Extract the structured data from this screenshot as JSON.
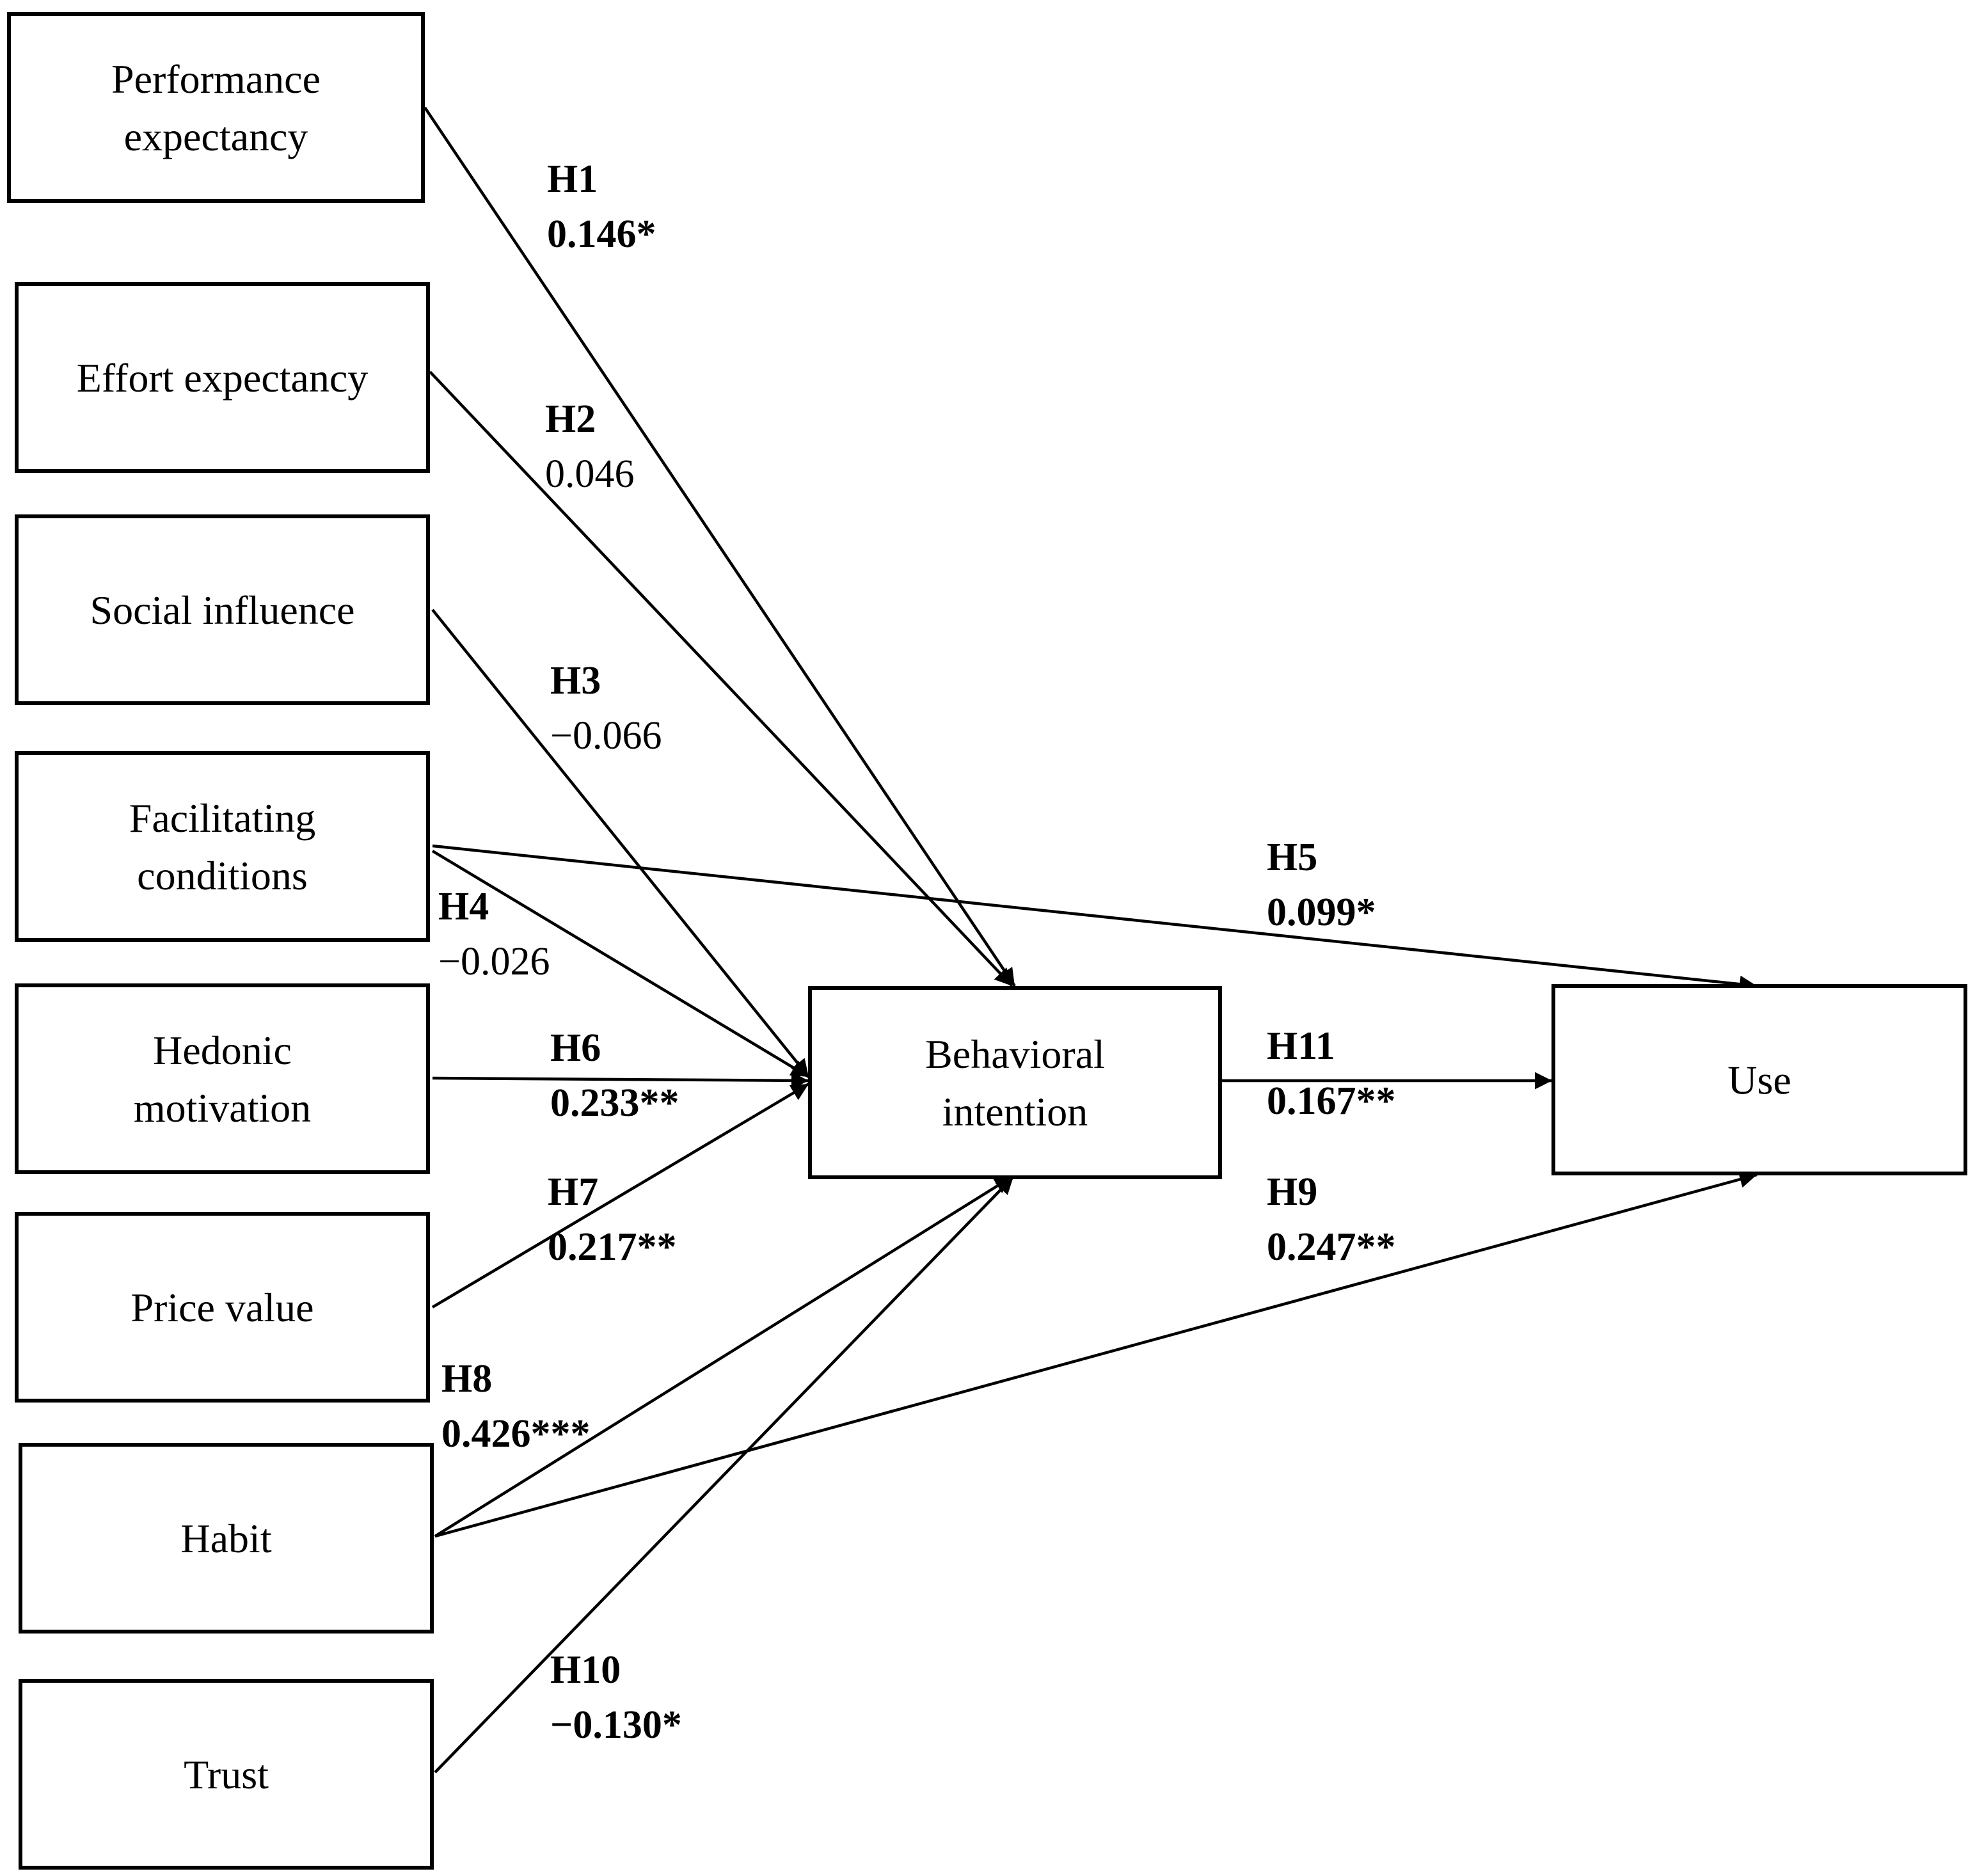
{
  "nodes": {
    "performance_expectancy": [
      "Performance",
      "expectancy"
    ],
    "effort_expectancy": [
      "Effort expectancy"
    ],
    "social_influence": [
      "Social influence"
    ],
    "facilitating_conditions": [
      "Facilitating",
      "conditions"
    ],
    "hedonic_motivation": [
      "Hedonic",
      "motivation"
    ],
    "price_value": [
      "Price value"
    ],
    "habit": [
      "Habit"
    ],
    "trust": [
      "Trust"
    ],
    "behavioral_intention": [
      "Behavioral",
      "intention"
    ],
    "use": [
      "Use"
    ]
  },
  "paths": [
    {
      "id": "H1",
      "from": "performance_expectancy",
      "to": "behavioral_intention",
      "coefficient": "0.146*",
      "significant": true
    },
    {
      "id": "H2",
      "from": "effort_expectancy",
      "to": "behavioral_intention",
      "coefficient": "0.046",
      "significant": false
    },
    {
      "id": "H3",
      "from": "social_influence",
      "to": "behavioral_intention",
      "coefficient": "−0.066",
      "significant": false
    },
    {
      "id": "H4",
      "from": "facilitating_conditions",
      "to": "behavioral_intention",
      "coefficient": "−0.026",
      "significant": false
    },
    {
      "id": "H5",
      "from": "facilitating_conditions",
      "to": "use",
      "coefficient": "0.099*",
      "significant": true
    },
    {
      "id": "H6",
      "from": "hedonic_motivation",
      "to": "behavioral_intention",
      "coefficient": "0.233**",
      "significant": true
    },
    {
      "id": "H7",
      "from": "price_value",
      "to": "behavioral_intention",
      "coefficient": "0.217**",
      "significant": true
    },
    {
      "id": "H8",
      "from": "habit",
      "to": "behavioral_intention",
      "coefficient": "0.426***",
      "significant": true
    },
    {
      "id": "H9",
      "from": "habit",
      "to": "use",
      "coefficient": "0.247**",
      "significant": true
    },
    {
      "id": "H10",
      "from": "trust",
      "to": "behavioral_intention",
      "coefficient": "−0.130*",
      "significant": true
    },
    {
      "id": "H11",
      "from": "behavioral_intention",
      "to": "use",
      "coefficient": "0.167**",
      "significant": true
    }
  ]
}
